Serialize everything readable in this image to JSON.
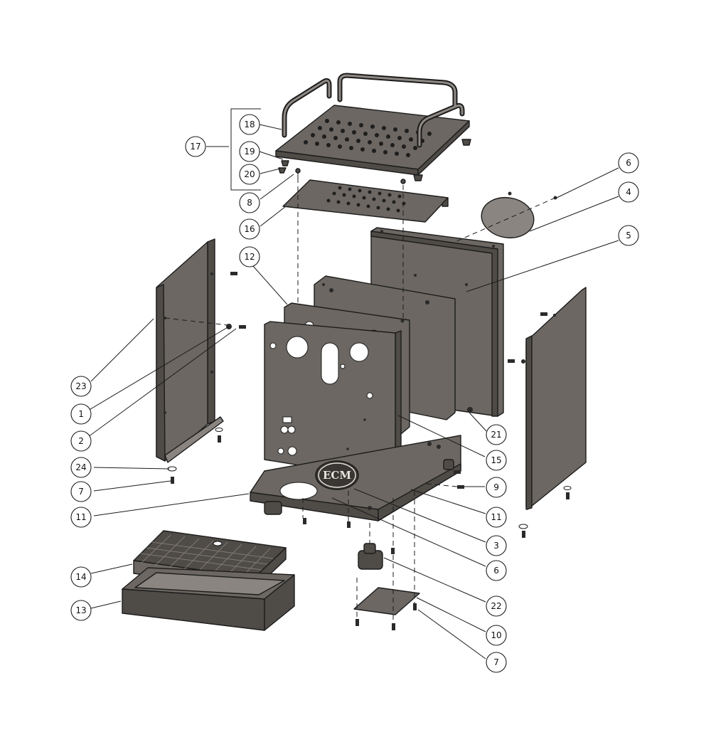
{
  "callouts": [
    {
      "id": "c18",
      "label": "18"
    },
    {
      "id": "c17",
      "label": "17"
    },
    {
      "id": "c19",
      "label": "19"
    },
    {
      "id": "c20",
      "label": "20"
    },
    {
      "id": "c8",
      "label": "8"
    },
    {
      "id": "c16",
      "label": "16"
    },
    {
      "id": "c12",
      "label": "12"
    },
    {
      "id": "c6a",
      "label": "6"
    },
    {
      "id": "c4",
      "label": "4"
    },
    {
      "id": "c5",
      "label": "5"
    },
    {
      "id": "c23",
      "label": "23"
    },
    {
      "id": "c1",
      "label": "1"
    },
    {
      "id": "c2",
      "label": "2"
    },
    {
      "id": "c24",
      "label": "24"
    },
    {
      "id": "c7a",
      "label": "7"
    },
    {
      "id": "c11a",
      "label": "11"
    },
    {
      "id": "c21",
      "label": "21"
    },
    {
      "id": "c15",
      "label": "15"
    },
    {
      "id": "c9",
      "label": "9"
    },
    {
      "id": "c11b",
      "label": "11"
    },
    {
      "id": "c3",
      "label": "3"
    },
    {
      "id": "c6b",
      "label": "6"
    },
    {
      "id": "c14",
      "label": "14"
    },
    {
      "id": "c13",
      "label": "13"
    },
    {
      "id": "c22",
      "label": "22"
    },
    {
      "id": "c10",
      "label": "10"
    },
    {
      "id": "c7b",
      "label": "7"
    }
  ],
  "logo_text": "ECM",
  "colors": {
    "panel": "#6c6762",
    "outline": "#1c1c1c",
    "background": "#ffffff"
  }
}
